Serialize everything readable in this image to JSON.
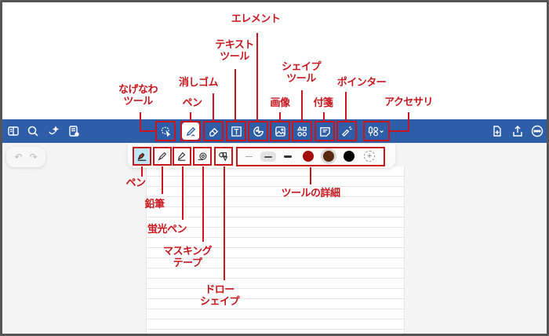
{
  "header": {
    "left_icons": [
      {
        "name": "sidebar-icon"
      },
      {
        "name": "search-icon"
      },
      {
        "name": "ai-sparkle-icon"
      },
      {
        "name": "document-list-icon"
      }
    ],
    "right_icons": [
      {
        "name": "new-page-icon"
      },
      {
        "name": "share-icon"
      },
      {
        "name": "more-icon"
      }
    ],
    "bar_color": "#2f5ea8"
  },
  "toolbar": {
    "tools": [
      {
        "id": "lasso",
        "label": "なげなわツール"
      },
      {
        "id": "pen",
        "label": "ペン",
        "active": true
      },
      {
        "id": "eraser",
        "label": "消しゴム"
      },
      {
        "id": "text",
        "label": "テキストツール"
      },
      {
        "id": "element",
        "label": "エレメント"
      },
      {
        "id": "image",
        "label": "画像"
      },
      {
        "id": "shape",
        "label": "シェイプツール"
      },
      {
        "id": "sticky",
        "label": "付箋"
      },
      {
        "id": "pointer",
        "label": "ポインター"
      },
      {
        "id": "accessory",
        "label": "アクセサリ"
      }
    ]
  },
  "undo": {
    "undo": "↶",
    "redo": "↷"
  },
  "pen_subtoolbar": {
    "pen_types": [
      {
        "id": "pen",
        "label": "ペン",
        "active": true
      },
      {
        "id": "pencil",
        "label": "鉛筆"
      },
      {
        "id": "highlighter",
        "label": "蛍光ペン"
      },
      {
        "id": "washi-tape",
        "label": "マスキングテープ"
      },
      {
        "id": "draw-shape",
        "label": "ドローシェイプ"
      }
    ],
    "widths": [
      "thin",
      "medium",
      "thick"
    ],
    "selected_width": "medium",
    "colors": [
      "#a50d0d",
      "#5a2a10",
      "#000000"
    ],
    "selected_color": "#5a2a10"
  },
  "callouts": {
    "lasso": [
      "なげなわ",
      "ツール"
    ],
    "pen_main": "ペン",
    "eraser": "消しゴム",
    "text": [
      "テキスト",
      "ツール"
    ],
    "element": "エレメント",
    "shape": [
      "シェイプ",
      "ツール"
    ],
    "image": "画像",
    "sticky": "付箋",
    "pointer": "ポインター",
    "accessory": "アクセサリ",
    "pen_sub": "ペン",
    "pencil": "鉛筆",
    "highlighter": "蛍光ペン",
    "washi": [
      "マスキング",
      "テープ"
    ],
    "draw_shape": [
      "ドロー",
      "シェイプ"
    ],
    "tool_detail": "ツールの詳細"
  },
  "colors": {
    "callout": "#c8161e",
    "toolbar": "#2f5ea8",
    "active_subtool": "#bfe6f2"
  }
}
